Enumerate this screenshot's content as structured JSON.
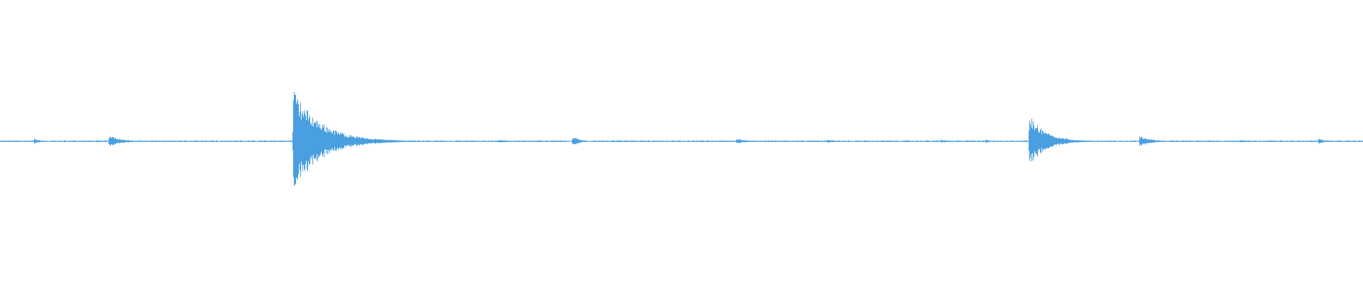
{
  "waveform": {
    "color": "#4a9fe0",
    "background": "#ffffff",
    "duration_relative": 1.0,
    "peak_amplitude": 0.37,
    "noise_floor": 0.004,
    "events": [
      {
        "t": 0.025,
        "amp": 0.02,
        "decay": 0.004
      },
      {
        "t": 0.08,
        "amp": 0.045,
        "decay": 0.008
      },
      {
        "t": 0.15,
        "amp": 0.006,
        "decay": 0.004
      },
      {
        "t": 0.215,
        "amp": 0.37,
        "decay": 0.02
      },
      {
        "t": 0.285,
        "amp": 0.012,
        "decay": 0.01
      },
      {
        "t": 0.365,
        "amp": 0.01,
        "decay": 0.01
      },
      {
        "t": 0.42,
        "amp": 0.045,
        "decay": 0.004
      },
      {
        "t": 0.475,
        "amp": 0.006,
        "decay": 0.004
      },
      {
        "t": 0.54,
        "amp": 0.02,
        "decay": 0.008
      },
      {
        "t": 0.607,
        "amp": 0.015,
        "decay": 0.005
      },
      {
        "t": 0.69,
        "amp": 0.012,
        "decay": 0.006
      },
      {
        "t": 0.723,
        "amp": 0.015,
        "decay": 0.003
      },
      {
        "t": 0.755,
        "amp": 0.19,
        "decay": 0.012
      },
      {
        "t": 0.836,
        "amp": 0.04,
        "decay": 0.008
      },
      {
        "t": 0.91,
        "amp": 0.01,
        "decay": 0.006
      },
      {
        "t": 0.967,
        "amp": 0.02,
        "decay": 0.005
      }
    ]
  }
}
